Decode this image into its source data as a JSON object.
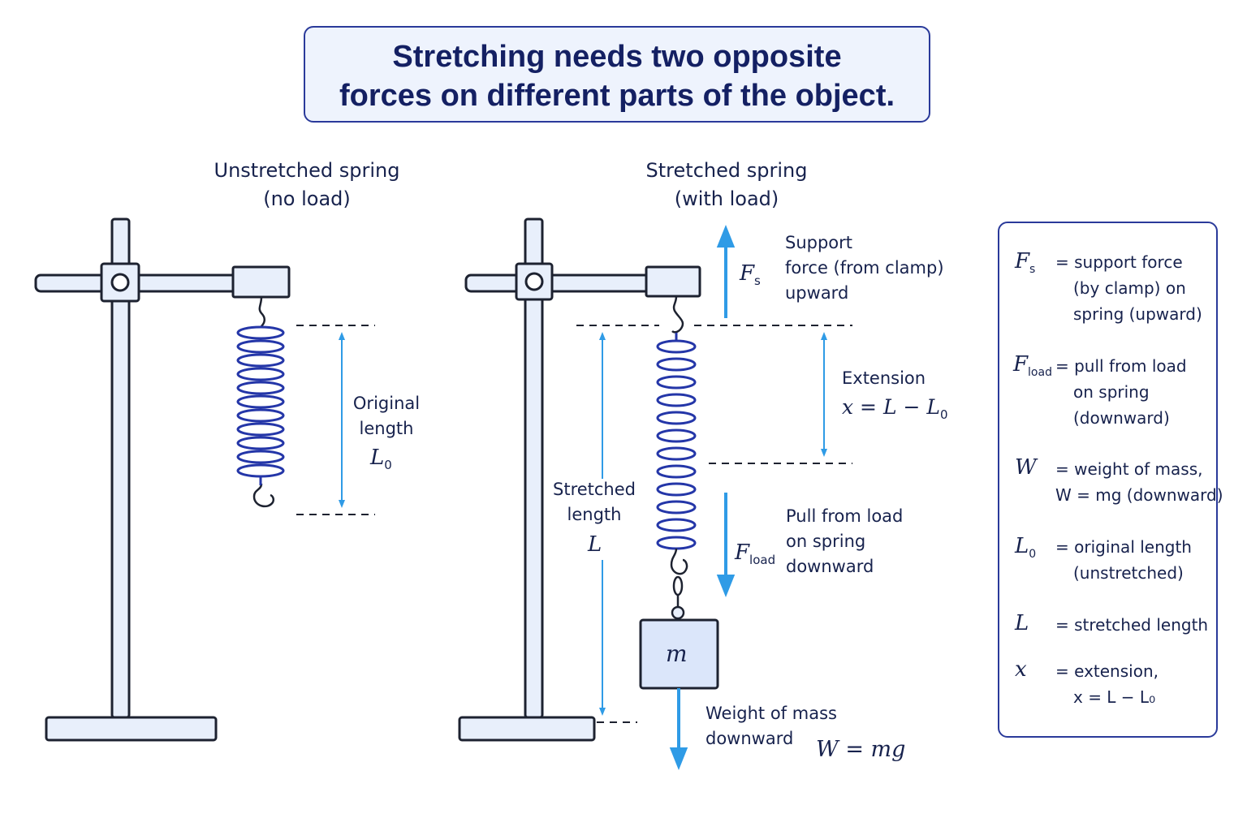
{
  "title": {
    "line1": "Stretching needs two opposite",
    "line2": "forces on different parts of the object."
  },
  "left_panel": {
    "caption_line1": "Unstretched spring",
    "caption_line2": "(no load)",
    "length_label_line1": "Original",
    "length_label_line2": "length",
    "length_symbol": "L",
    "length_symbol_sub": "0"
  },
  "right_panel": {
    "caption_line1": "Stretched spring",
    "caption_line2": "(with load)",
    "support": {
      "symbol": "F",
      "sub": "s",
      "line1": "Support",
      "line2": "force (from clamp)",
      "line3": "upward"
    },
    "extension": {
      "label": "Extension",
      "formula": "x = L − L",
      "formula_sub": "0"
    },
    "stretched_length": {
      "line1": "Stretched",
      "line2": "length",
      "symbol": "L"
    },
    "load_pull": {
      "symbol": "F",
      "sub": "load",
      "line1": "Pull from load",
      "line2": "on spring",
      "line3": "downward"
    },
    "mass_symbol": "m",
    "weight": {
      "line1": "Weight of mass",
      "line2": "downward",
      "formula": "W = mg"
    }
  },
  "legend": [
    {
      "symbol": "F",
      "sub": "s",
      "lines": [
        "= support force",
        "(by clamp) on",
        "spring (upward)"
      ]
    },
    {
      "symbol": "F",
      "sub": "load",
      "lines": [
        "= pull from load",
        "on spring",
        "(downward)"
      ]
    },
    {
      "symbol": "W",
      "sub": "",
      "lines": [
        "= weight of mass,",
        "W = mg (downward)"
      ]
    },
    {
      "symbol": "L",
      "sub": "0",
      "lines": [
        "= original length",
        "(unstretched)"
      ]
    },
    {
      "symbol": "L",
      "sub": "",
      "lines": [
        "= stretched length"
      ]
    },
    {
      "symbol": "x",
      "sub": "",
      "lines": [
        "= extension,",
        "x = L − L₀"
      ]
    }
  ],
  "colors": {
    "accent_blue": "#2f9be6",
    "spring_blue": "#2436a8",
    "stand_fill": "#e8effb",
    "outline": "#1d2230",
    "title_border": "#2a3a9a"
  }
}
